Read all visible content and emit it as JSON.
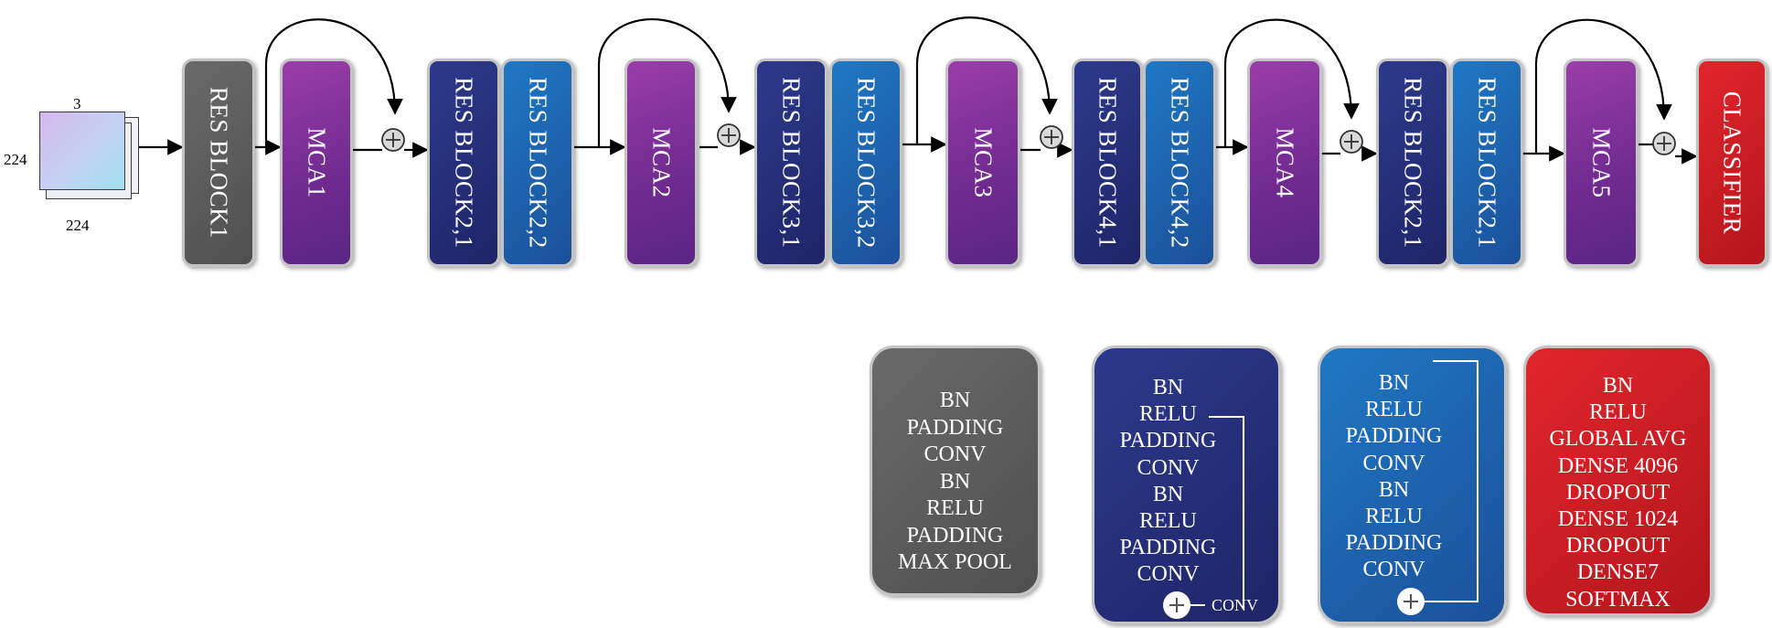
{
  "input": {
    "channels": "3",
    "height": "224",
    "width": "224"
  },
  "pipeline": [
    {
      "id": "res1",
      "label": "RES BLOCK1",
      "kind": "gray"
    },
    {
      "id": "mca1",
      "label": "MCA1",
      "kind": "purple"
    },
    {
      "id": "res21a",
      "label": "RES BLOCK2,1",
      "kind": "navy"
    },
    {
      "id": "res22",
      "label": "RES BLOCK2,2",
      "kind": "blue"
    },
    {
      "id": "mca2",
      "label": "MCA2",
      "kind": "purple"
    },
    {
      "id": "res31",
      "label": "RES BLOCK3,1",
      "kind": "navy"
    },
    {
      "id": "res32",
      "label": "RES BLOCK3,2",
      "kind": "blue"
    },
    {
      "id": "mca3",
      "label": "MCA3",
      "kind": "purple"
    },
    {
      "id": "res41",
      "label": "RES BLOCK4,1",
      "kind": "navy"
    },
    {
      "id": "res42",
      "label": "RES BLOCK4,2",
      "kind": "blue"
    },
    {
      "id": "mca4",
      "label": "MCA4",
      "kind": "purple"
    },
    {
      "id": "res21b",
      "label": "RES BLOCK2,1",
      "kind": "navy"
    },
    {
      "id": "res21c",
      "label": "RES BLOCK2,1",
      "kind": "blue"
    },
    {
      "id": "mca5",
      "label": "MCA5",
      "kind": "purple"
    },
    {
      "id": "cls",
      "label": "CLASSIFIER",
      "kind": "red"
    }
  ],
  "legend": {
    "res_block1": [
      "BN",
      "PADDING",
      "CONV",
      "BN",
      "RELU",
      "PADDING",
      "MAX POOL"
    ],
    "res_block_conv": [
      "BN",
      "RELU",
      "PADDING",
      "CONV",
      "BN",
      "RELU",
      "PADDING",
      "CONV"
    ],
    "res_block_conv_shortcut": "CONV",
    "res_block_identity": [
      "BN",
      "RELU",
      "PADDING",
      "CONV",
      "BN",
      "RELU",
      "PADDING",
      "CONV"
    ],
    "classifier": [
      "BN",
      "RELU",
      "GLOBAL AVG",
      "DENSE 4096",
      "DROPOUT",
      "DENSE 1024",
      "DROPOUT",
      "DENSE7",
      "SOFTMAX"
    ]
  },
  "colors": {
    "gray": "#5c5c5c",
    "purple": "#7b2e96",
    "navy": "#252c78",
    "blue": "#1e66b2",
    "red": "#c81d24"
  }
}
